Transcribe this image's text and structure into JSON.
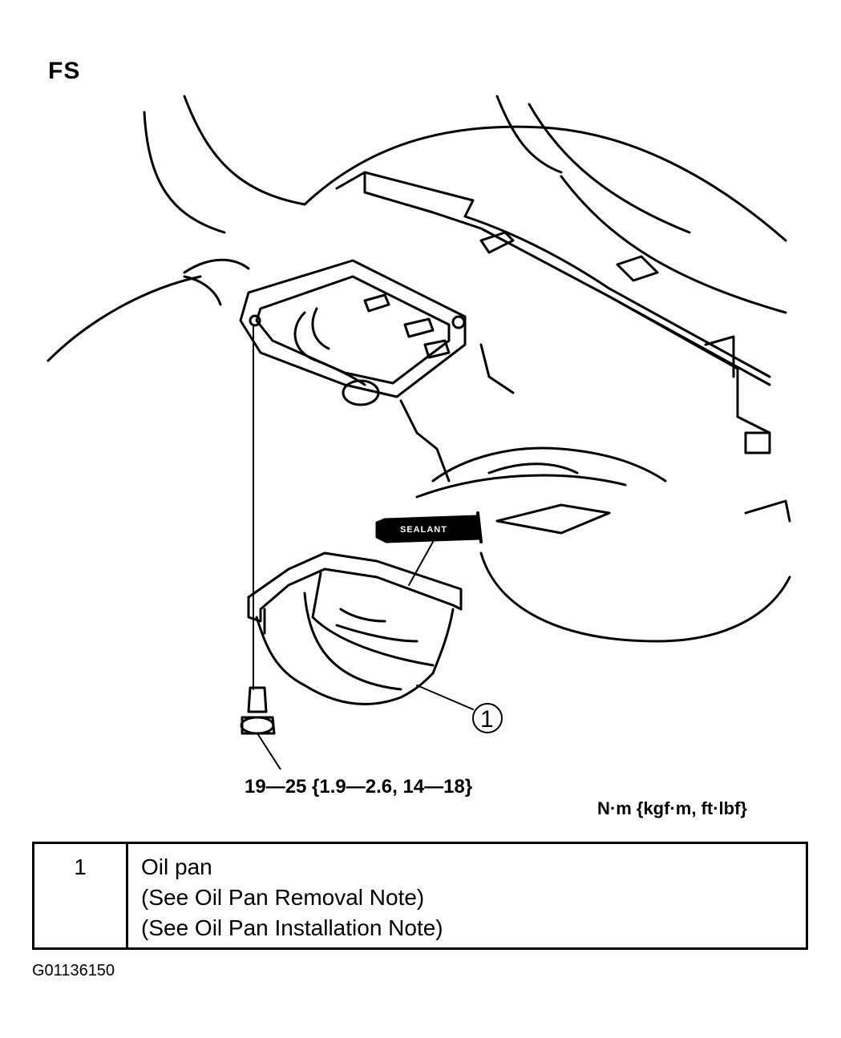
{
  "header": {
    "engine_code": "FS"
  },
  "diagram": {
    "sealant_label": "SEALANT",
    "callout_number": "1",
    "torque_spec": "19—25 {1.9—2.6, 14—18}",
    "units_note": "N·m {kgf·m, ft·lbf}"
  },
  "legend": {
    "rows": [
      {
        "number": "1",
        "lines": [
          "Oil pan",
          "(See Oil Pan Removal Note)",
          "(See Oil Pan Installation Note)"
        ]
      }
    ]
  },
  "footer": {
    "figure_id": "G01136150"
  }
}
